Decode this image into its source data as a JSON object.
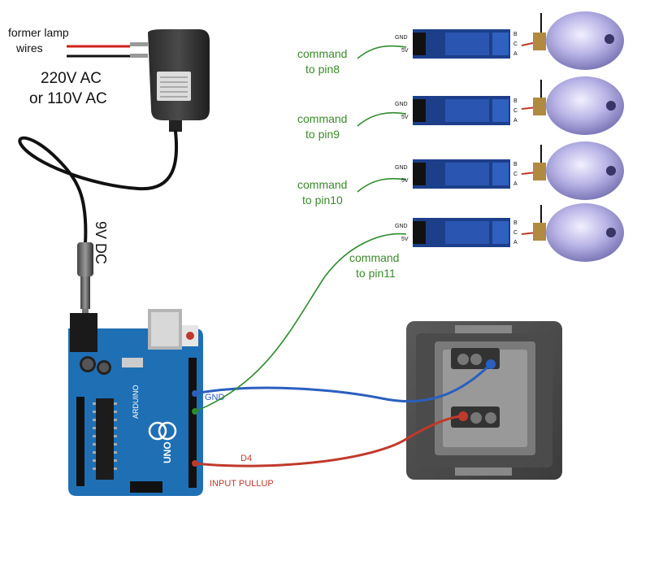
{
  "labels": {
    "former_lamp": "former lamp",
    "wires": "wires",
    "v220": "220V AC",
    "v110": "or 110V AC",
    "dc9v": "9V DC",
    "gnd_wire": "GND",
    "d4": "D4",
    "input_pullup": "INPUT PULLUP",
    "arduino_brand": "ARDUINO",
    "uno": "UNO"
  },
  "relays": [
    {
      "cmd1": "command",
      "cmd2": "to pin8"
    },
    {
      "cmd1": "command",
      "cmd2": "to pin9"
    },
    {
      "cmd1": "command",
      "cmd2": "to pin10"
    },
    {
      "cmd1": "command",
      "cmd2": "to pin11"
    }
  ],
  "relay_pins": {
    "gnd": "GND",
    "v5": "5V",
    "b": "B",
    "c": "C",
    "a": "A"
  },
  "colors": {
    "green_wire": "#2e8b2e",
    "blue_wire": "#2a5fbf",
    "red_wire": "#c0392b",
    "label_green": "#3a8a2a",
    "label_red": "#c0392b",
    "board_blue": "#1f6fb5",
    "relay_blue": "#1d3f8a"
  }
}
